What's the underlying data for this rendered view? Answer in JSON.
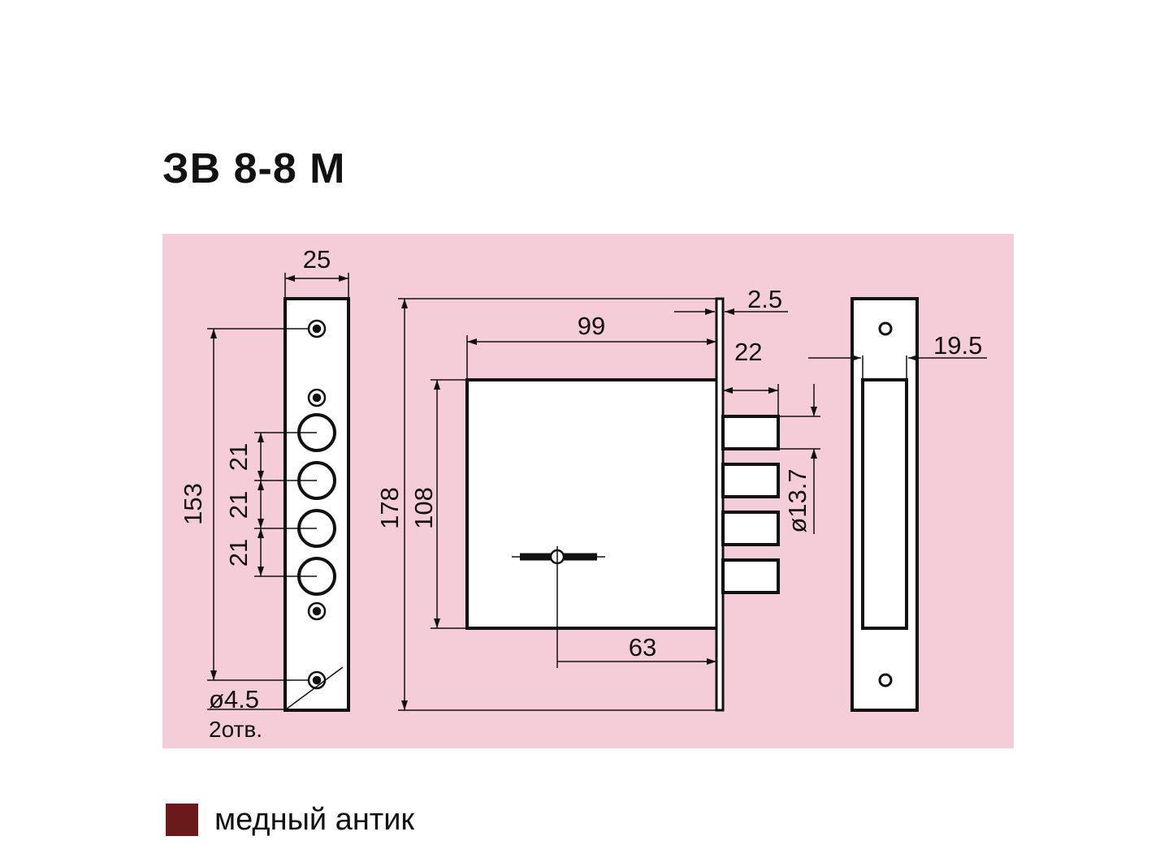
{
  "title": "ЗВ 8-8 М",
  "colors": {
    "panel_bg": "#f4cdd9",
    "line": "#111111",
    "finish": "#6b1a1a"
  },
  "dimensions": {
    "faceplate_width": "25",
    "mount_spacing": "153",
    "bolt_pitch_1": "21",
    "bolt_pitch_2": "21",
    "bolt_pitch_3": "21",
    "hole_diameter": "ø4.5",
    "hole_count": "2отв.",
    "total_height": "178",
    "body_height": "108",
    "backset": "99",
    "plate_thickness": "2.5",
    "bolt_projection": "22",
    "bolt_diameter": "ø13.7",
    "key_axis": "63",
    "strike_depth": "19.5"
  },
  "legend": {
    "swatch_color": "#6b1a1a",
    "label": "медный антик"
  }
}
